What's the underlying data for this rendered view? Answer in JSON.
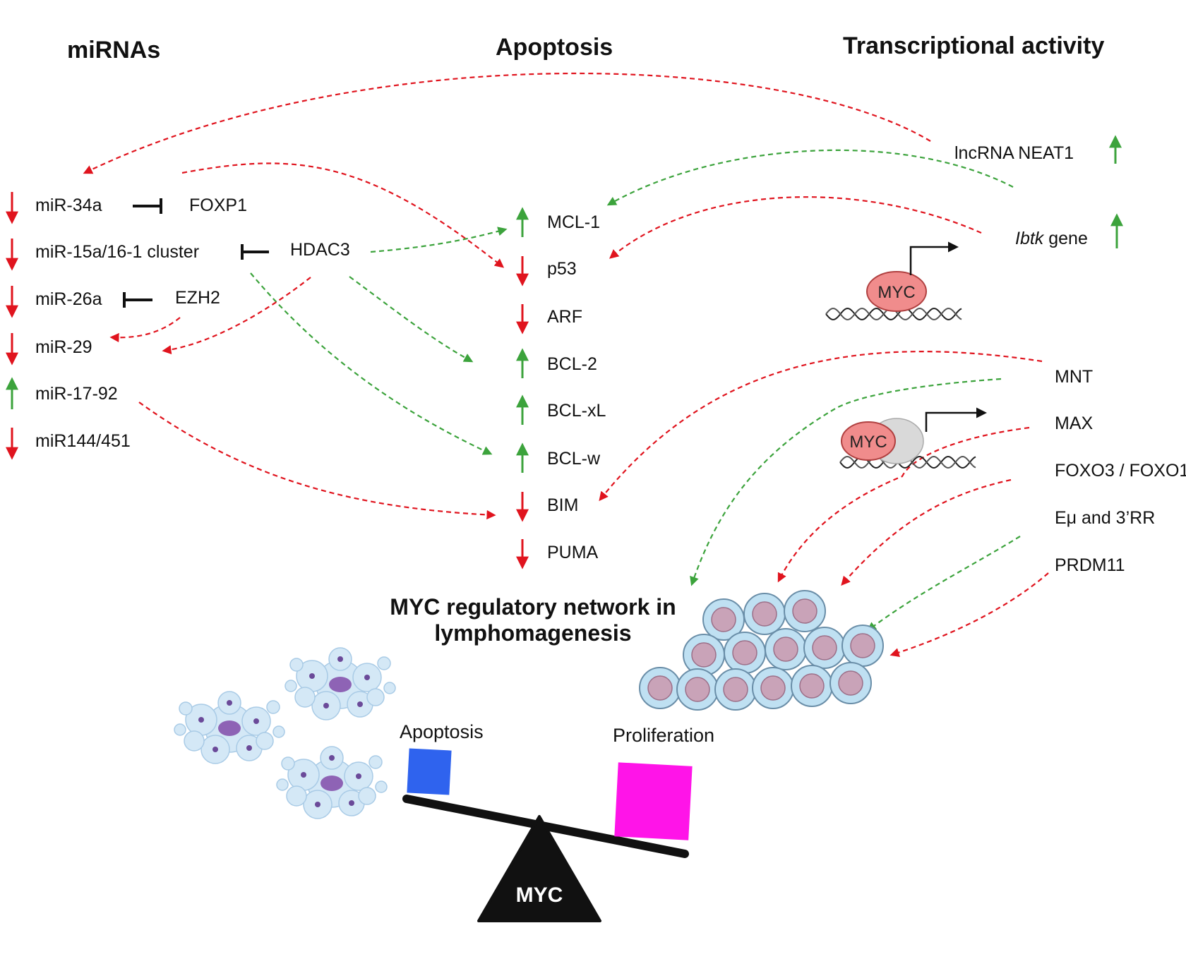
{
  "headings": {
    "mirnas": "miRNAs",
    "apoptosis": "Apoptosis",
    "transcriptional": "Transcriptional activity"
  },
  "mirnas": [
    {
      "label": "miR-34a",
      "direction": "down"
    },
    {
      "label": "miR-15a/16-1 cluster",
      "direction": "down"
    },
    {
      "label": "miR-26a",
      "direction": "down"
    },
    {
      "label": "miR-29",
      "direction": "down"
    },
    {
      "label": "miR-17-92",
      "direction": "up"
    },
    {
      "label": "miR144/451",
      "direction": "down"
    }
  ],
  "regulators": {
    "foxp1": "FOXP1",
    "hdac3": "HDAC3",
    "ezh2": "EZH2"
  },
  "apoptosis_genes": [
    {
      "label": "MCL-1",
      "direction": "up"
    },
    {
      "label": "p53",
      "direction": "down"
    },
    {
      "label": "ARF",
      "direction": "down"
    },
    {
      "label": "BCL-2",
      "direction": "up"
    },
    {
      "label": "BCL-xL",
      "direction": "up"
    },
    {
      "label": "BCL-w",
      "direction": "up"
    },
    {
      "label": "BIM",
      "direction": "down"
    },
    {
      "label": "PUMA",
      "direction": "down"
    }
  ],
  "transcriptional": {
    "neat1": {
      "label": "lncRNA NEAT1",
      "direction": "up"
    },
    "ibtk": {
      "italic": "Ibtk",
      "rest": " gene",
      "direction": "up"
    },
    "myc_badge": "MYC",
    "factors": [
      "MNT",
      "MAX",
      "FOXO3 / FOXO1",
      "Eμ and 3’RR",
      "PRDM11"
    ]
  },
  "center_title": [
    "MYC regulatory network in",
    "lymphomagenesis"
  ],
  "balance": {
    "apoptosis": "Apoptosis",
    "proliferation": "Proliferation",
    "fulcrum": "MYC"
  },
  "colors": {
    "up": "#3ca33c",
    "down": "#e0141e",
    "inhibit": "#111111",
    "apoptosis_box": "#2f63ee",
    "proliferation_box": "#ff14e8",
    "myc_fill": "#f08c8c",
    "cell_fill": "#bfe0f2",
    "cell_nucleus": "#c9a3b8"
  }
}
